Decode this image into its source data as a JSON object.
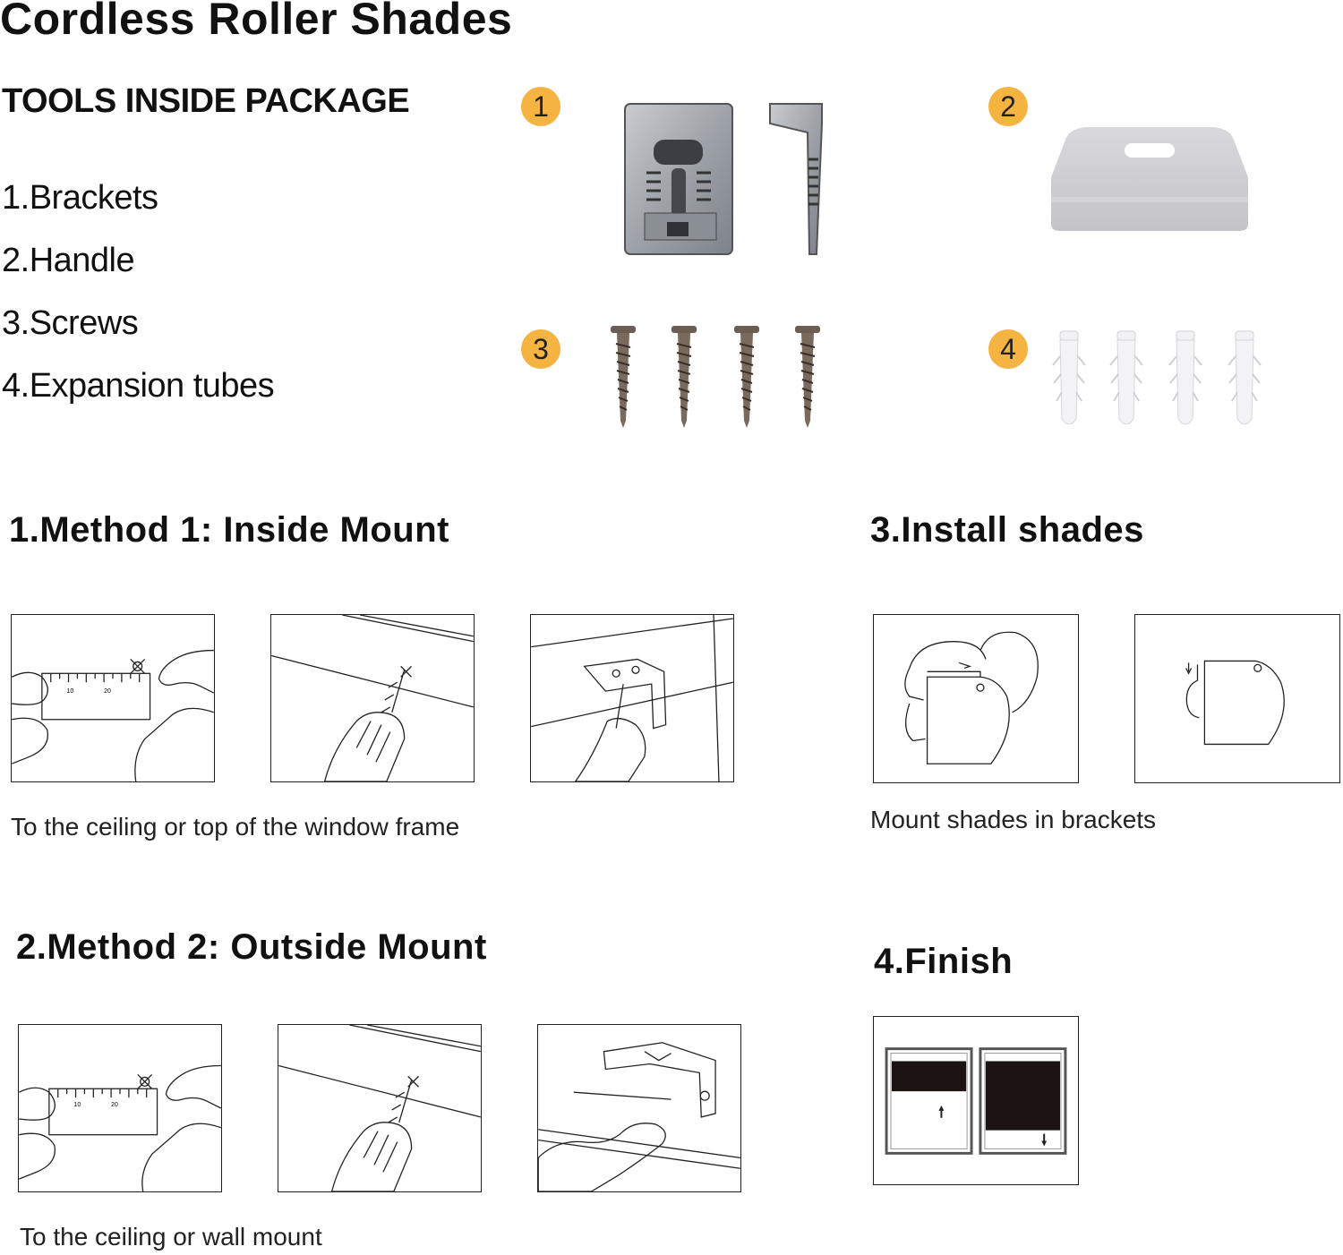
{
  "page": {
    "title": "Cordless Roller Shades"
  },
  "tools": {
    "heading": "TOOLS INSIDE PACKAGE",
    "items": [
      "1.Brackets",
      "2.Handle",
      "3.Screws",
      "4.Expansion tubes"
    ],
    "badges": [
      "1",
      "2",
      "3",
      "4"
    ],
    "badge_color": "#f5b341"
  },
  "method1": {
    "heading": "1.Method 1: Inside Mount",
    "caption": "To the ceiling or top of the window frame"
  },
  "method2": {
    "heading": "2.Method 2: Outside Mount",
    "caption": "To the ceiling or wall mount"
  },
  "install": {
    "heading": "3.Install shades",
    "caption": "Mount shades in brackets"
  },
  "finish": {
    "heading": "4.Finish"
  },
  "ruler": {
    "tick_a": "10",
    "tick_b": "20"
  }
}
